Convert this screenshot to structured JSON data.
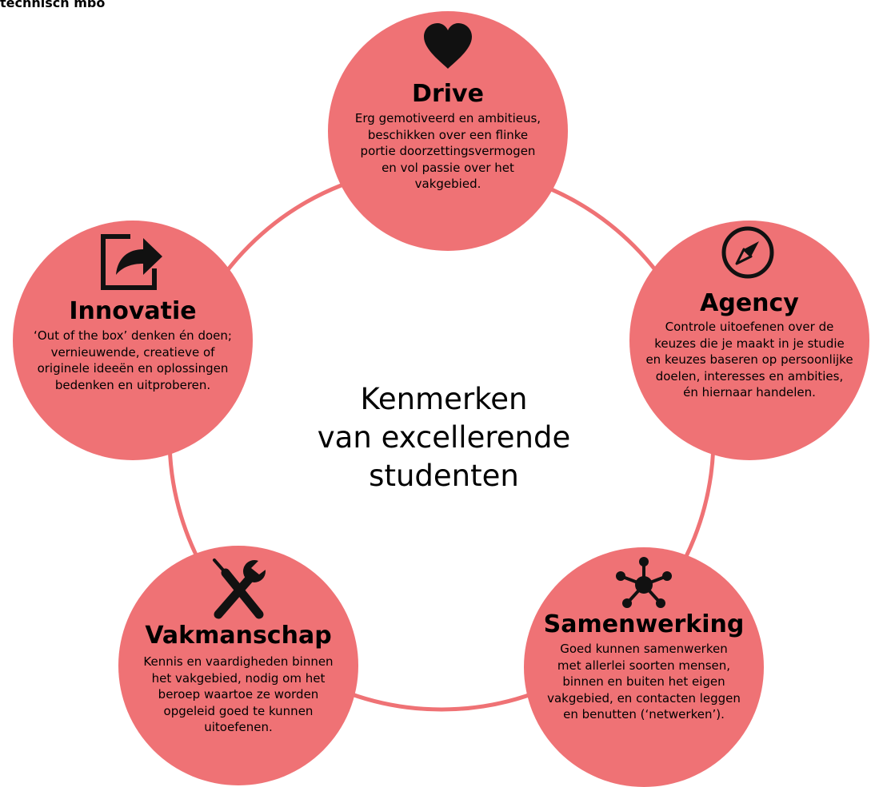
{
  "page": {
    "title": "technisch mbo"
  },
  "center": {
    "lines": [
      "Kenmerken",
      "van excellerende",
      "studenten"
    ]
  },
  "colors": {
    "node_fill": "#ef7275",
    "ring_stroke": "#ef7275",
    "icon": "#111111"
  },
  "nodes": {
    "drive": {
      "icon": "heart-icon",
      "title": "Drive",
      "lines": [
        "Erg gemotiveerd en ambitieus,",
        "beschikken over een flinke",
        "portie doorzettingsvermogen",
        "en vol passie over het",
        "vakgebied."
      ]
    },
    "agency": {
      "icon": "compass-icon",
      "title": "Agency",
      "lines": [
        "Controle uitoefenen over de",
        "keuzes die je maakt in je studie",
        "en keuzes baseren op persoonlijke",
        "doelen, interesses en ambities,",
        "én hiernaar handelen."
      ]
    },
    "samenwerking": {
      "icon": "network-icon",
      "title": "Samenwerking",
      "lines": [
        "Goed kunnen samenwerken",
        "met allerlei soorten mensen,",
        "binnen en buiten het eigen",
        "vakgebied, en contacten leggen",
        "en benutten (‘netwerken’)."
      ]
    },
    "vakmanschap": {
      "icon": "tools-icon",
      "title": "Vakmanschap",
      "lines": [
        "Kennis en vaardigheden binnen",
        "het vakgebied, nodig om het",
        "beroep waartoe ze worden",
        "opgeleid goed te kunnen",
        "uitoefenen."
      ]
    },
    "innovatie": {
      "icon": "share-icon",
      "title": "Innovatie",
      "lines": [
        "‘Out of the box’ denken én doen;",
        "vernieuwende, creatieve of",
        "originele ideeën en oplossingen",
        "bedenken en uitproberen."
      ]
    }
  }
}
